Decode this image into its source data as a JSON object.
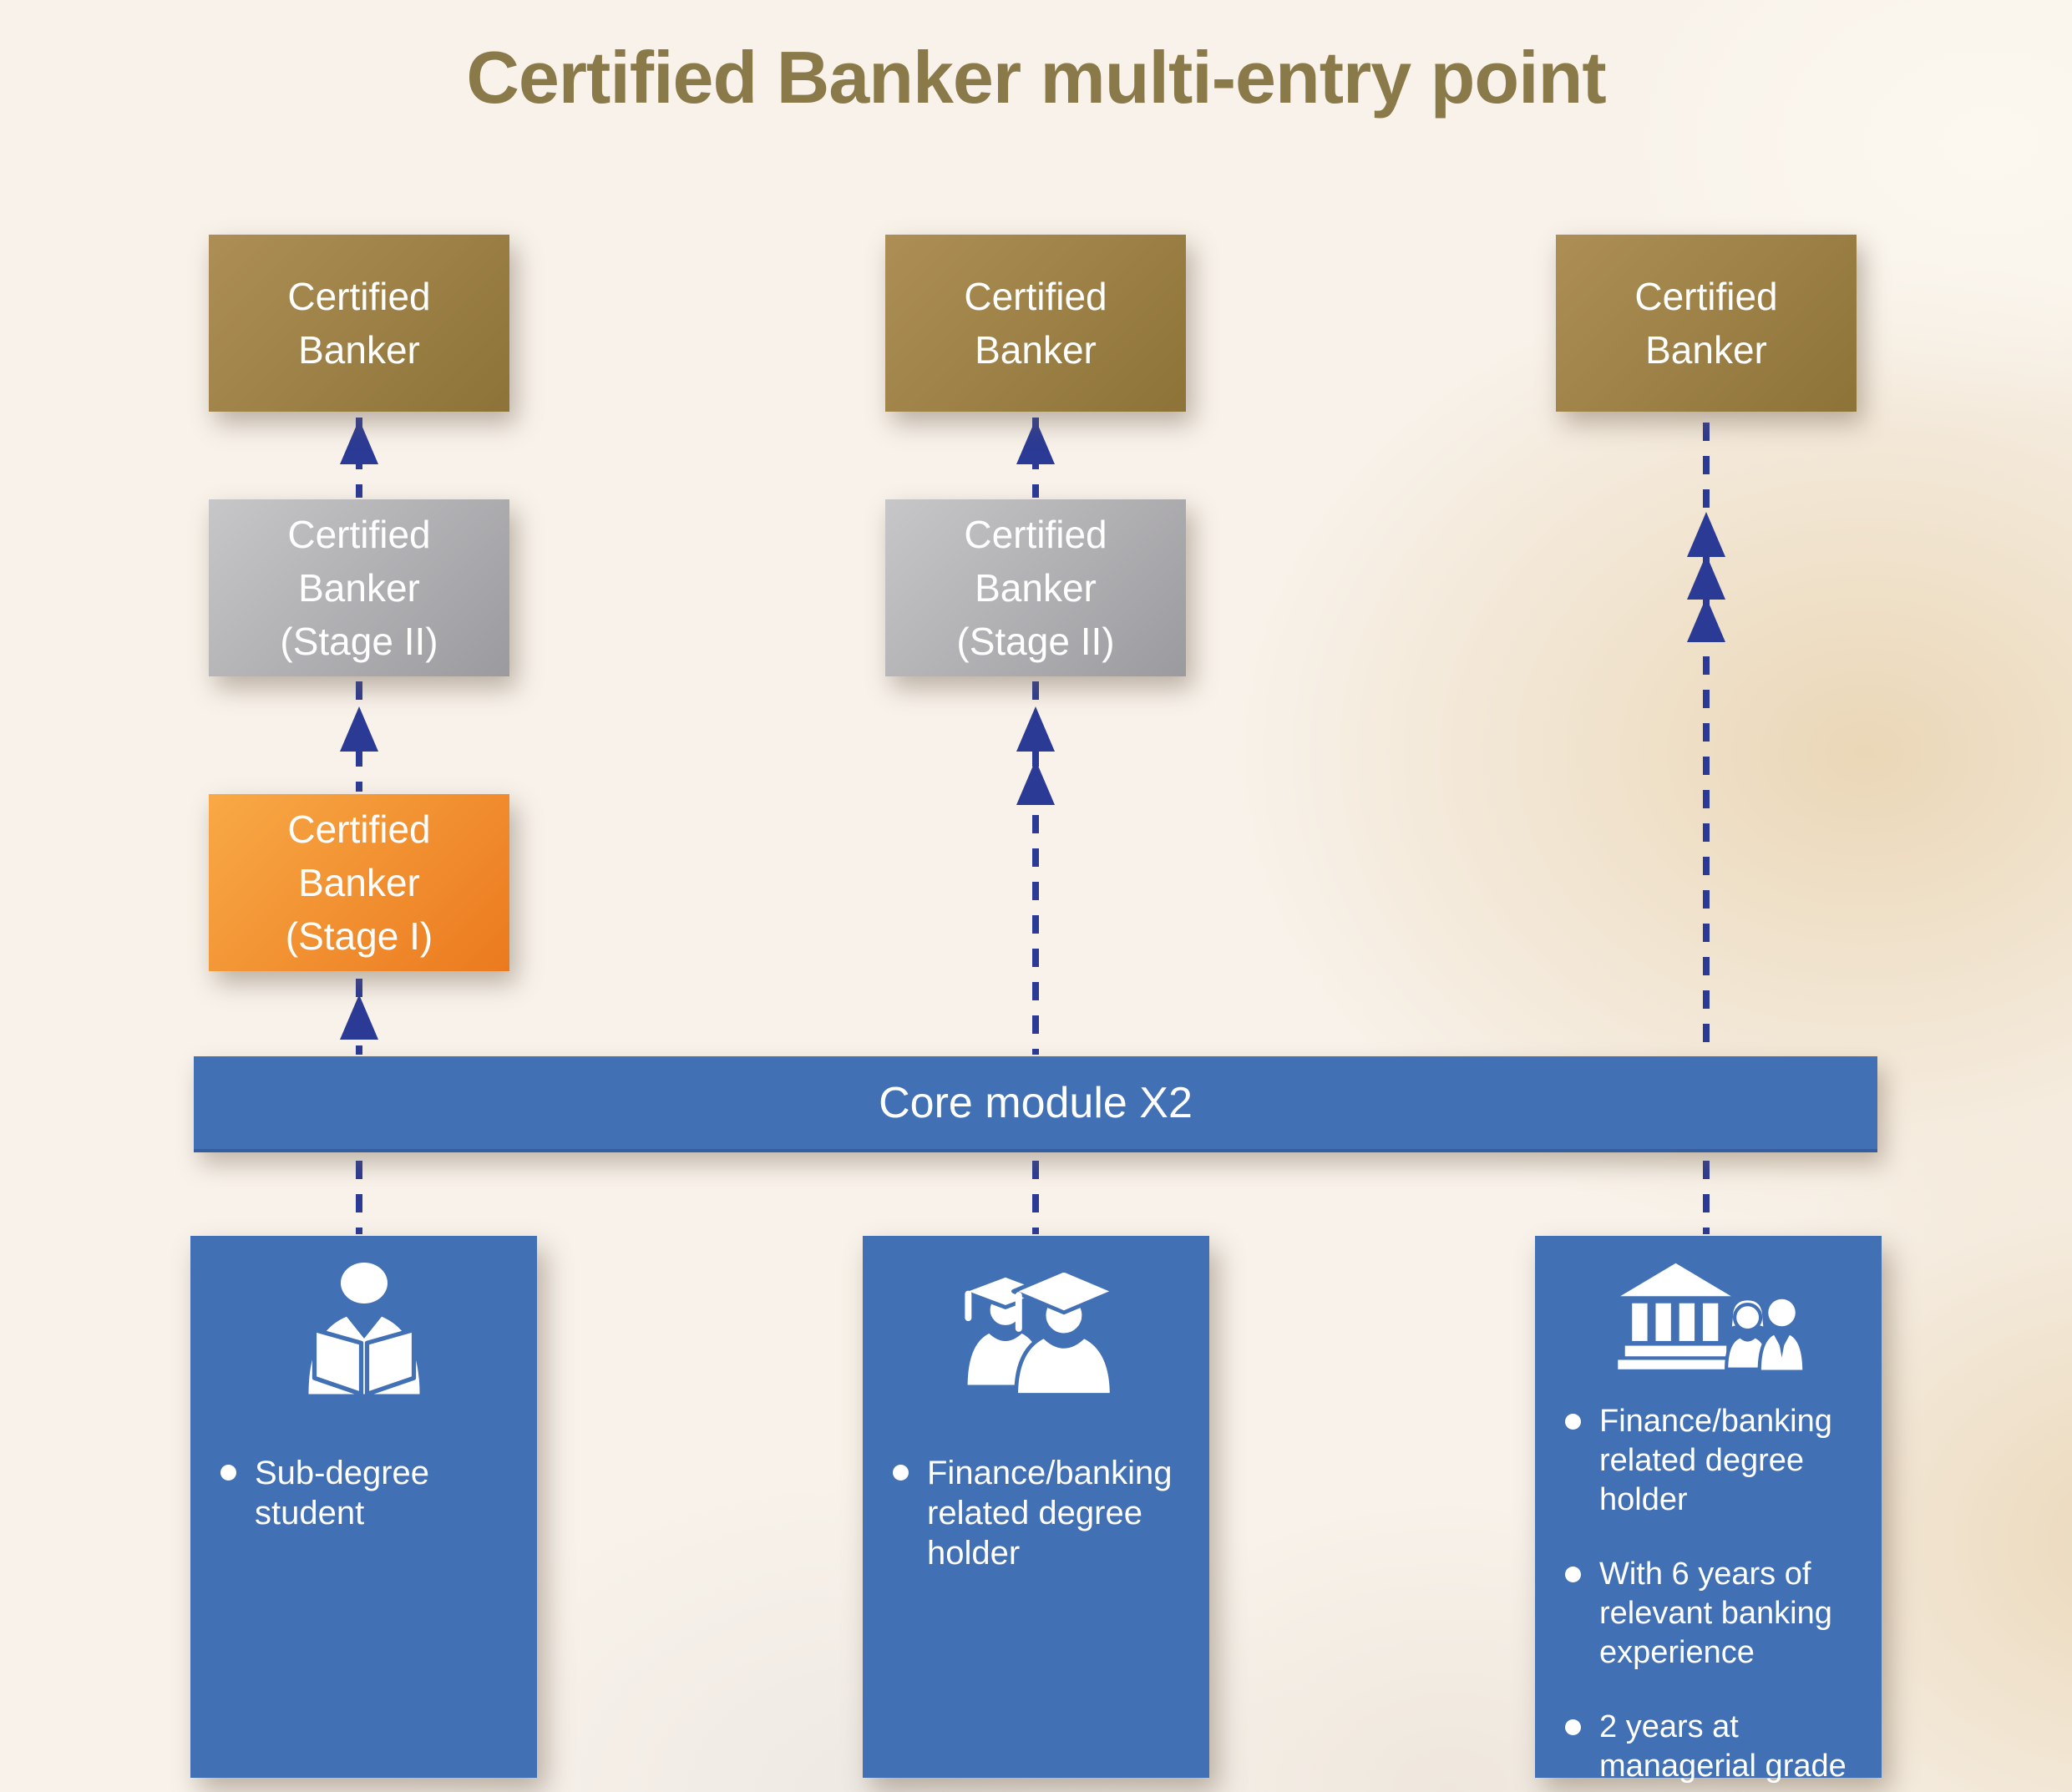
{
  "title": "Certified Banker multi-entry point",
  "colors": {
    "navy": "#2b3a94",
    "blue": "#4170b5",
    "gold-start": "#ad8f55",
    "gold-end": "#8d7338",
    "silver-start": "#c7c6c8",
    "silver-end": "#9b9a9e",
    "orange-start": "#f8a946",
    "orange-end": "#eb7a1e",
    "title-color": "#8a7a4a",
    "bg": "#f8f2ea"
  },
  "boxes": {
    "certified_banker": {
      "line1": "Certified",
      "line2": "Banker"
    },
    "stage2": {
      "line1": "Certified",
      "line2": "Banker",
      "line3": "(Stage II)"
    },
    "stage1": {
      "line1": "Certified",
      "line2": "Banker",
      "line3": "(Stage I)"
    }
  },
  "core_bar": {
    "label": "Core module X2"
  },
  "entries": {
    "left": {
      "icon": "reading-student-icon",
      "bullets": [
        "Sub-degree student"
      ]
    },
    "middle": {
      "icon": "graduates-icon",
      "bullets": [
        "Finance/banking related degree holder"
      ]
    },
    "right": {
      "icon": "bank-professionals-icon",
      "bullets": [
        "Finance/banking related degree holder",
        "With 6 years of relevant banking experience",
        "2 years at managerial grade"
      ]
    }
  }
}
